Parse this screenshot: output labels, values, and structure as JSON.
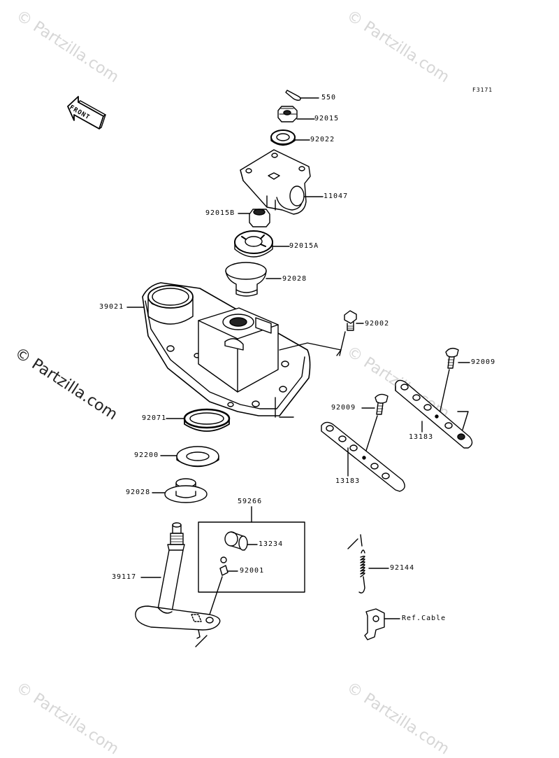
{
  "figure_code": "F3171",
  "front_label": "FRONT",
  "watermarks": {
    "light": "© Partzilla.com",
    "dark": "© Partzilla.com"
  },
  "parts": {
    "p550": "550",
    "p92015_top": "92015",
    "p92022": "92022",
    "p11047": "11047",
    "p92015B": "92015B",
    "p92015A": "92015A",
    "p92028_upper": "92028",
    "p39021": "39021",
    "p92002": "92002",
    "p92009_right": "92009",
    "p92009_mid": "92009",
    "p13183_right": "13183",
    "p13183_left": "13183",
    "p92071": "92071",
    "p92200": "92200",
    "p92028_lower": "92028",
    "p59266": "59266",
    "p13234": "13234",
    "p92001": "92001",
    "p39117": "39117",
    "p92144": "92144",
    "ref_cable": "Ref.Cable"
  },
  "colors": {
    "line": "#000000",
    "watermark": "#d6d6d6",
    "background": "#ffffff"
  }
}
